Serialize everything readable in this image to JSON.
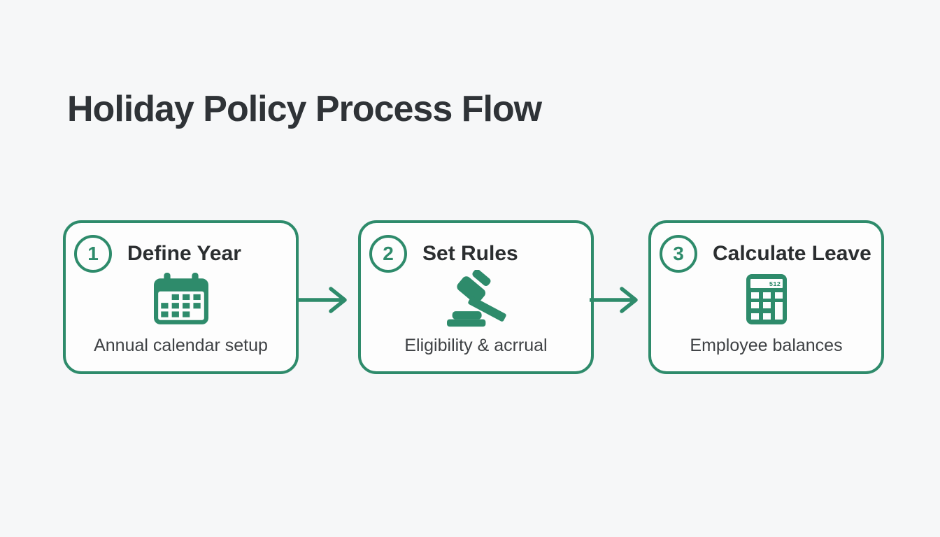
{
  "page": {
    "title": "Holiday Policy Process Flow",
    "background": "#f6f7f8",
    "accent_green": "#2e8b6b",
    "heading_color": "#2f3337"
  },
  "steps": [
    {
      "number": "1",
      "title": "Define Year",
      "icon": "calendar-icon",
      "description": "Annual calendar setup"
    },
    {
      "number": "2",
      "title": "Set Rules",
      "icon": "gavel-icon",
      "description": "Eligibility & acrrual"
    },
    {
      "number": "3",
      "title": "Calculate Leave",
      "icon": "calculator-icon",
      "description": "Employee balances"
    }
  ],
  "icons": {
    "connector": "arrow-right-icon",
    "calculator_display": "512"
  }
}
